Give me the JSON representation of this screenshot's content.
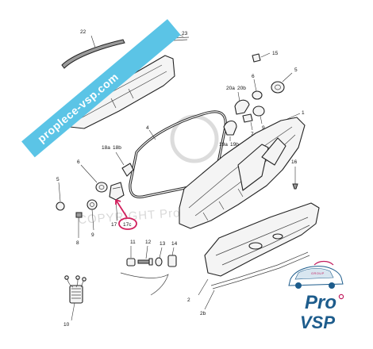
{
  "banner": {
    "text": "proplece-vsp.com",
    "color": "#5bc4e6"
  },
  "watermark": {
    "text": "COPYRIGHT ProVSP"
  },
  "logo": {
    "line1": "Pro",
    "line2": "VSP",
    "tag": "GROUP",
    "brand_color": "#1d5c8c",
    "accent_color": "#c21c5e"
  },
  "callouts": {
    "c1": "1",
    "c2": "2",
    "c2b": "2b",
    "c4": "4",
    "c5a": "5",
    "c5b": "5",
    "c6a": "6",
    "c6b": "6",
    "c7": "7",
    "c8": "8",
    "c9a": "9",
    "c9b": "9",
    "c10": "10",
    "c11": "11",
    "c12": "12",
    "c13": "13",
    "c14": "14",
    "c15": "15",
    "c16": "16",
    "c17": "17",
    "c17c": "17c",
    "c18a": "18a",
    "c18b": "18b",
    "c19a": "19a",
    "c19b": "19b",
    "c20a": "20a",
    "c20b": "20b",
    "c22": "22",
    "c23": "23"
  },
  "highlight_color": "#d11f5c"
}
